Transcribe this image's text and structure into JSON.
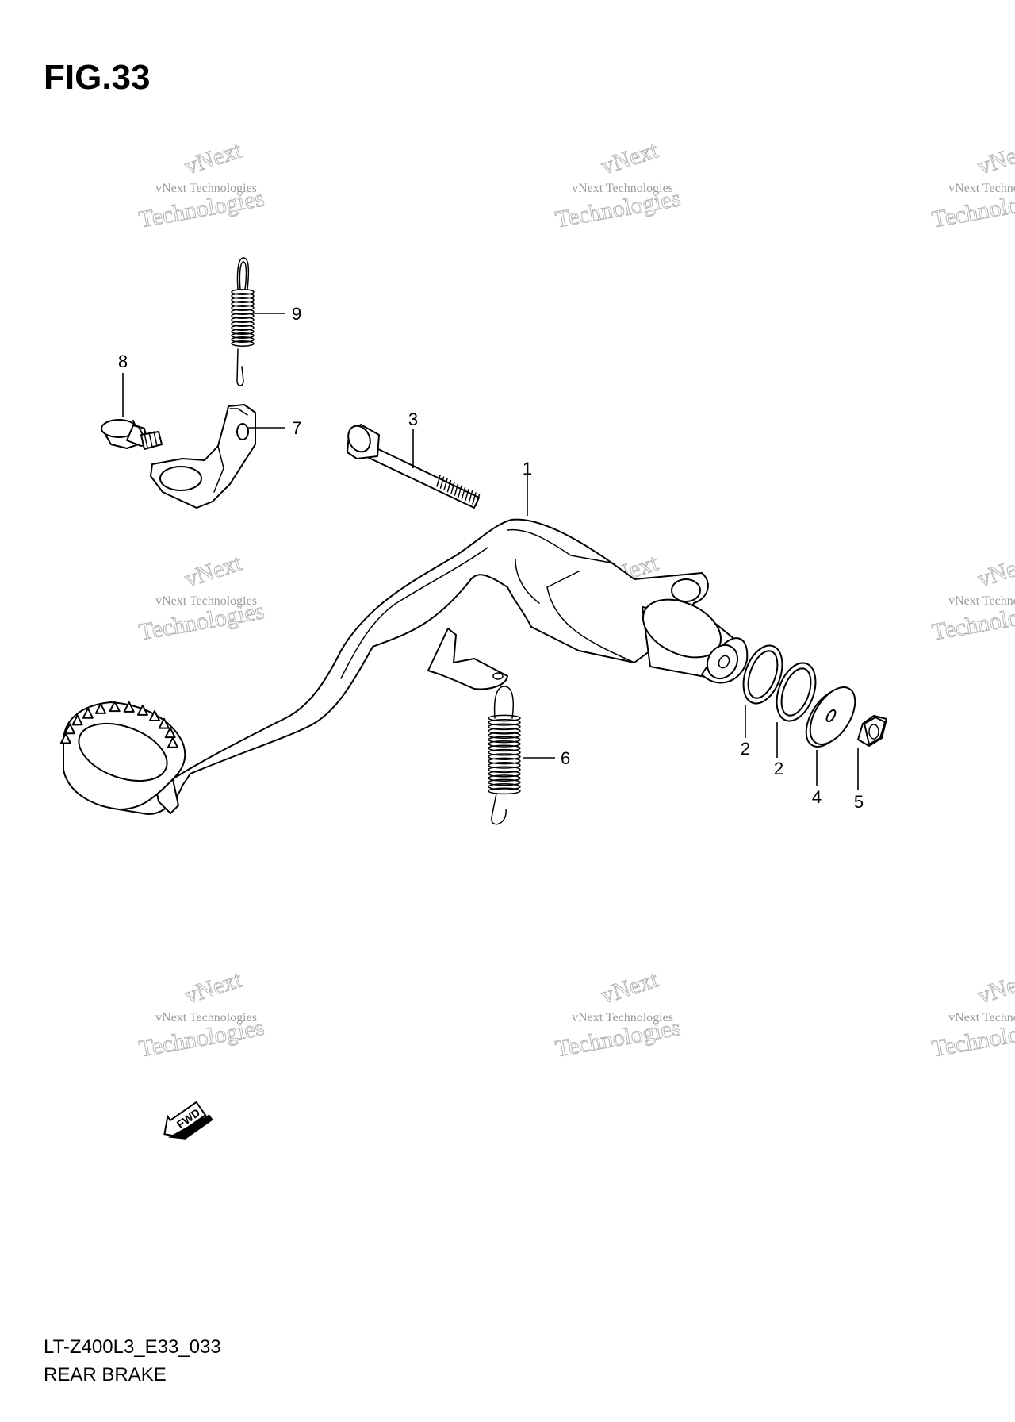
{
  "figure": {
    "title": "FIG.33",
    "model_code": "LT-Z400L3_E33_033",
    "section_name": "REAR BRAKE"
  },
  "watermark": {
    "lines": [
      "vNext",
      "vNext Technologies",
      "Technologies"
    ]
  },
  "direction_marker": {
    "label": "FWD",
    "icon": "fwd-arrow-icon"
  },
  "callouts": [
    {
      "id": "1",
      "part": "rear-brake-pedal"
    },
    {
      "id": "2",
      "part": "o-ring"
    },
    {
      "id": "2",
      "part": "o-ring"
    },
    {
      "id": "3",
      "part": "pivot-bolt"
    },
    {
      "id": "4",
      "part": "washer"
    },
    {
      "id": "5",
      "part": "nut"
    },
    {
      "id": "6",
      "part": "return-spring"
    },
    {
      "id": "7",
      "part": "spring-bracket"
    },
    {
      "id": "8",
      "part": "bracket-bolt"
    },
    {
      "id": "9",
      "part": "tension-spring"
    }
  ]
}
